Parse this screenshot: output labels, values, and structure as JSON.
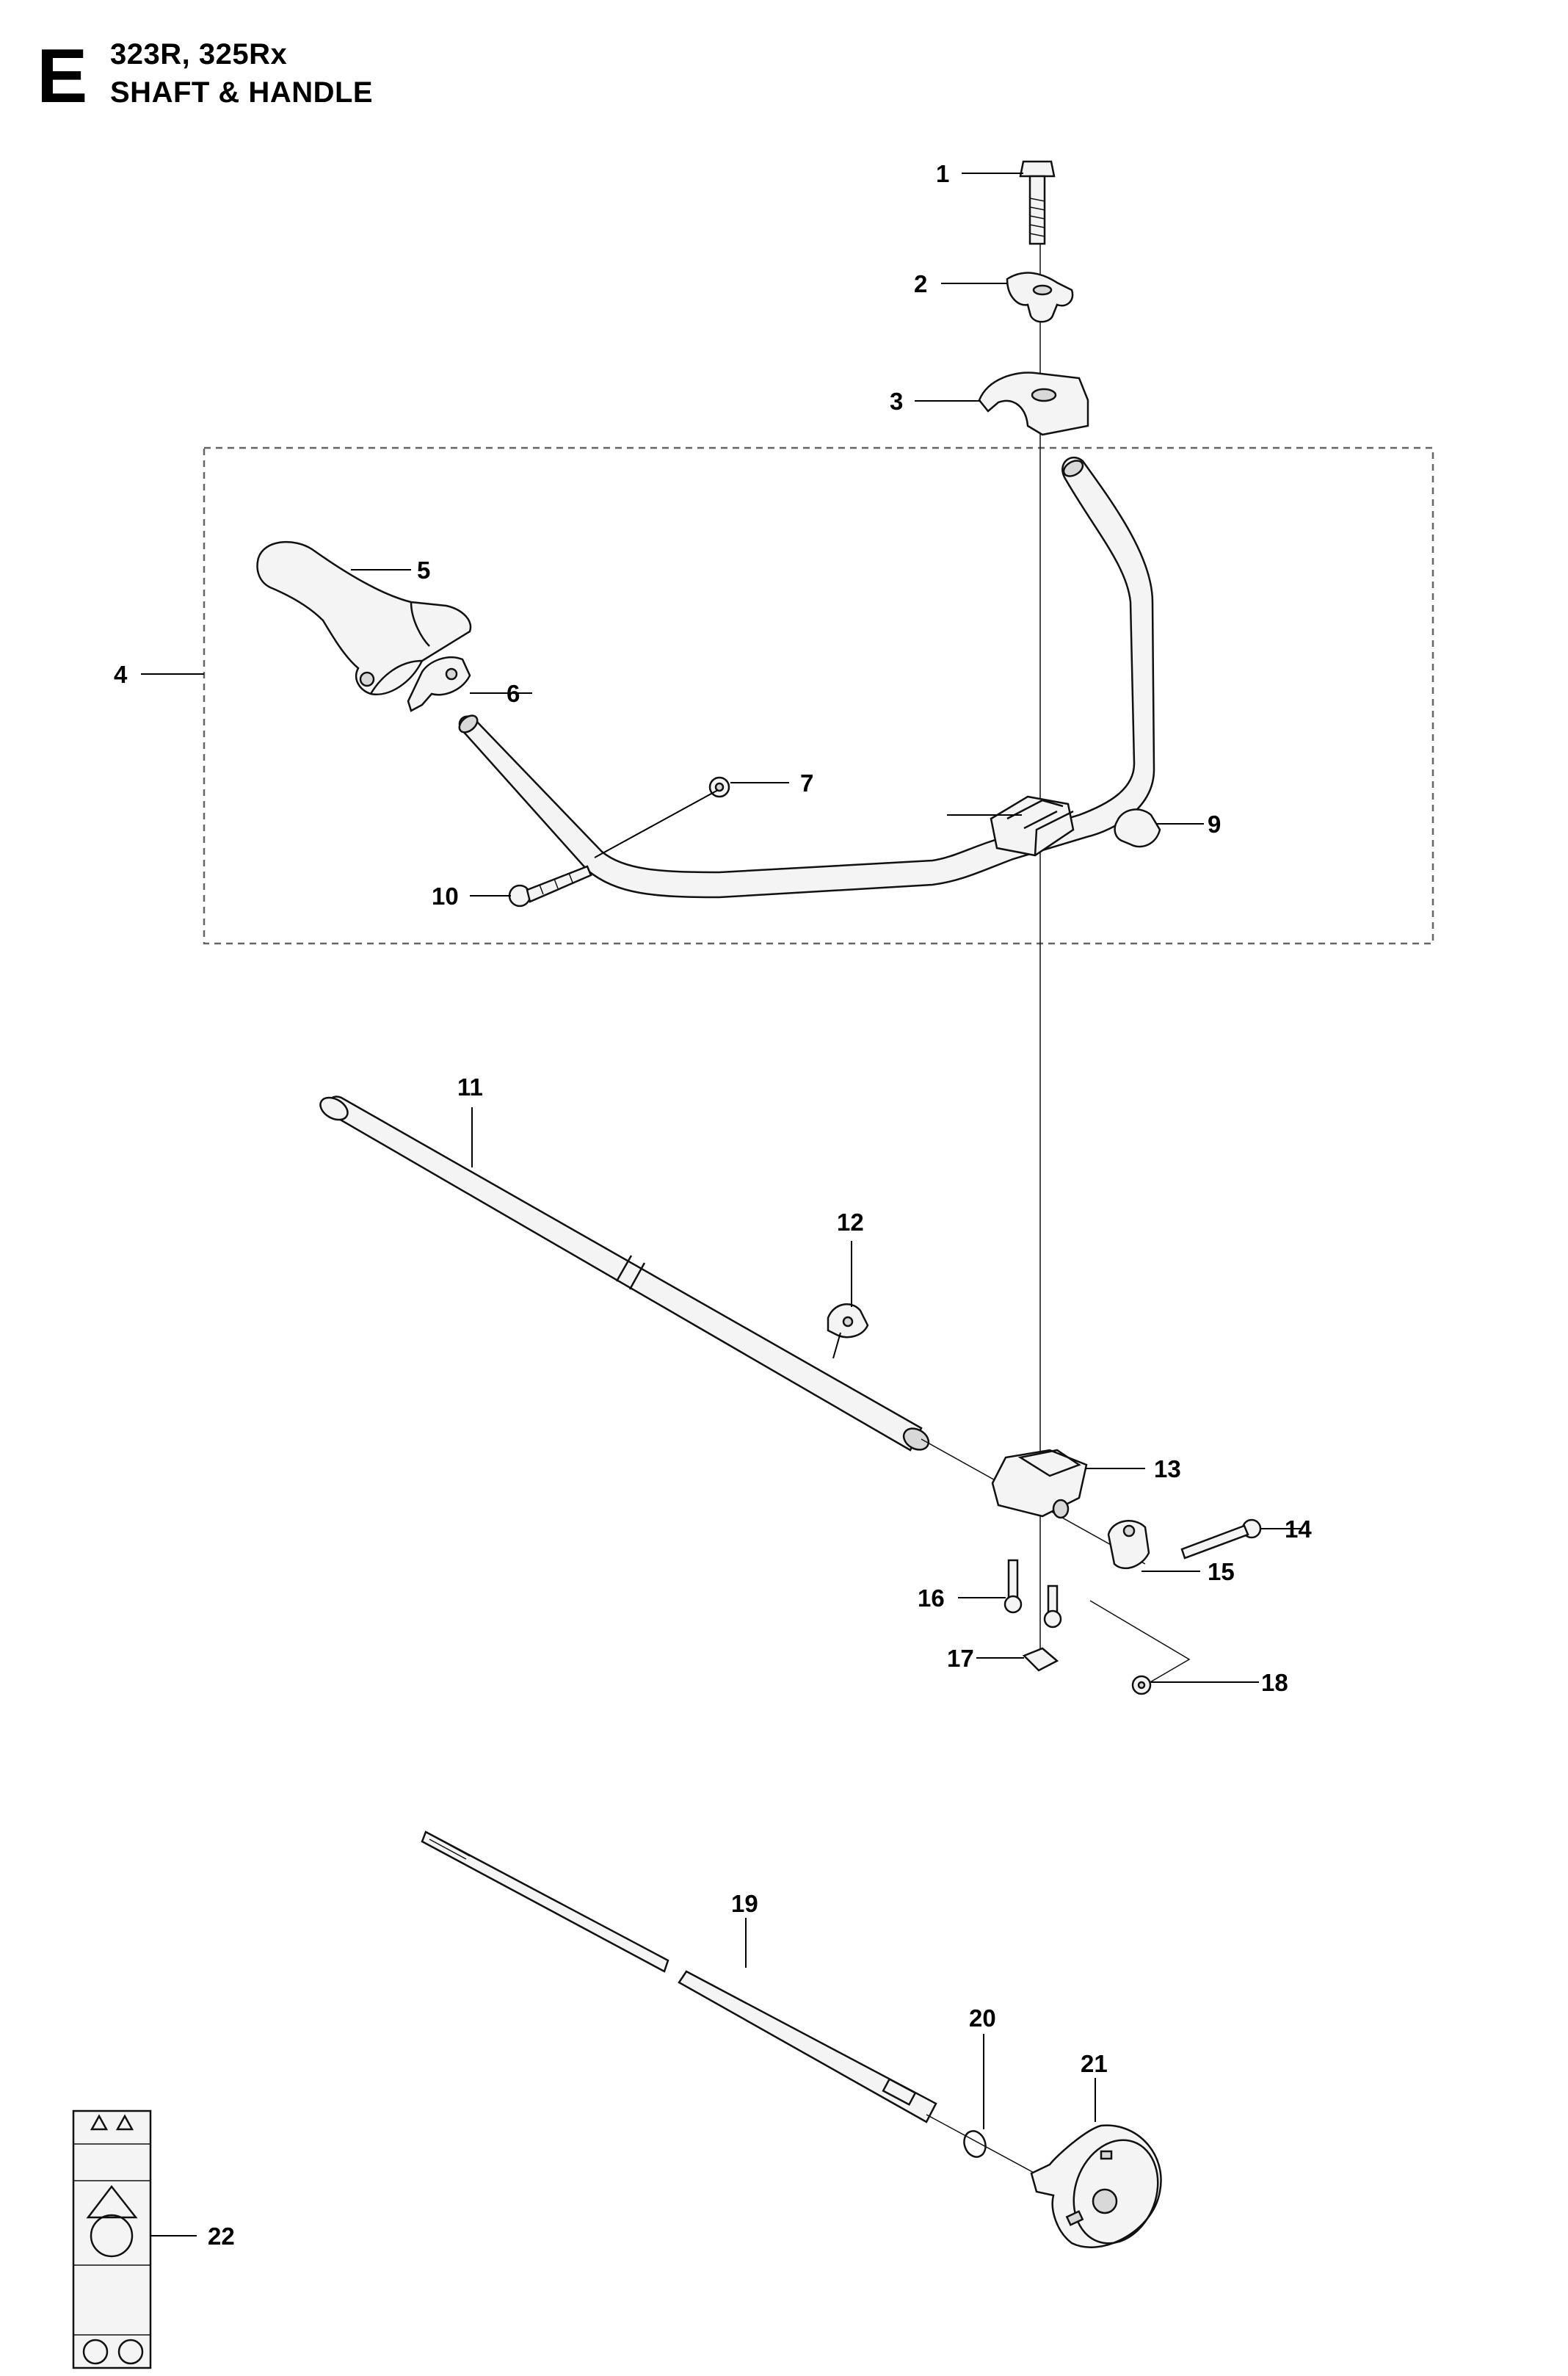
{
  "header": {
    "section_letter": "E",
    "models": "323R, 325Rx",
    "title": "SHAFT & HANDLE"
  },
  "callouts": [
    {
      "id": "1",
      "label": "1"
    },
    {
      "id": "2",
      "label": "2"
    },
    {
      "id": "3",
      "label": "3"
    },
    {
      "id": "4",
      "label": "4"
    },
    {
      "id": "5",
      "label": "5"
    },
    {
      "id": "6",
      "label": "6"
    },
    {
      "id": "7",
      "label": "7"
    },
    {
      "id": "9",
      "label": "9"
    },
    {
      "id": "10",
      "label": "10"
    },
    {
      "id": "11",
      "label": "11"
    },
    {
      "id": "12",
      "label": "12"
    },
    {
      "id": "13",
      "label": "13"
    },
    {
      "id": "14",
      "label": "14"
    },
    {
      "id": "15",
      "label": "15"
    },
    {
      "id": "16",
      "label": "16"
    },
    {
      "id": "17",
      "label": "17"
    },
    {
      "id": "18",
      "label": "18"
    },
    {
      "id": "19",
      "label": "19"
    },
    {
      "id": "20",
      "label": "20"
    },
    {
      "id": "21",
      "label": "21"
    },
    {
      "id": "22",
      "label": "22"
    }
  ],
  "colors": {
    "line": "#111111",
    "part_fill": "#f4f4f4",
    "frame": "#666666"
  }
}
